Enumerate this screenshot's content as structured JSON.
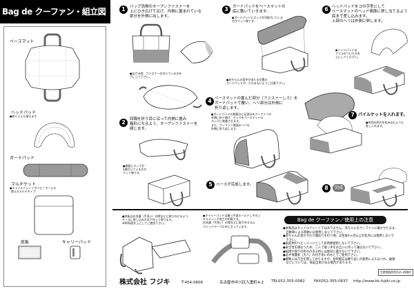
{
  "title": "Bag de クーファン・組立図",
  "parts": {
    "base_mat": "ベースマット",
    "head_pad": "ヘッドパッド",
    "head_pad_note": "●枕くらにも使えます",
    "guard_pad": "ガードパッド",
    "multi_cut": "マルチケット",
    "multi_cut_note": [
      "●チャイルドシートやベビーカーにも",
      "使えるマルチタイプ"
    ],
    "bottom_board": "底板",
    "carry_pad": "キャリーパッド"
  },
  "steps": [
    {
      "num": "1",
      "text": [
        "バッグ両側のオープンファスナーを",
        "上にひき広げて広げ、内側に畳まれている",
        "部分を外側に出します。"
      ],
      "note": [
        "●広げる時、ファスナーの付いている方を",
        "下にして下さい。"
      ]
    },
    {
      "num": "2",
      "text": [
        "四隅を折り目に沿って内側に畳み",
        "箱形になるよう、オープンファスナーを",
        "閉じます。"
      ],
      "note": [
        "●側面にホックが",
        "2個付いている方が",
        "フット側です。"
      ]
    },
    {
      "num": "3",
      "text": [
        "ガードパッドをベースマットの",
        "底に敷いていきます。"
      ],
      "note": [
        "●ガードパッドにホックが2個付いている",
        "方がフット側です。"
      ],
      "note2": [
        "●赤ちゃんの背中があたる位置の",
        "ガードパッドが、たわまないようご注意下さい。"
      ]
    },
    {
      "num": "4",
      "text": [
        "ベースマットの畳んだ部分（ファスナーしろ）を",
        "ガードパッドで覆い、ヘリ部分は外側に",
        "折り返します。"
      ],
      "note": [
        "●ガードパッドの側面分と足部分をクーファンの",
        "外側に折り曲げ、ホックをベースマットの",
        "ホックに装着させます。",
        "また、クーファン側面のヘリを",
        "外側に折り返します。"
      ]
    },
    {
      "num": "5",
      "text": [
        "ベースが完成します。"
      ]
    },
    {
      "num": "6",
      "text": [
        "ヘッドパッドをコの字型にして",
        "ベースマットのヘッド側面に押し当てるよう",
        "底まで差し込みます。",
        "上部のヘリは外側に倒します。"
      ],
      "note": [
        "●ヘッドパッドは",
        "フリルのついた方を",
        "上にしてください。"
      ]
    },
    {
      "num": "7",
      "text": [
        "パイルケットを入れます。"
      ],
      "note": [
        "●布団の四方を包み込むように",
        "差し入れます。"
      ]
    },
    {
      "num": "8",
      "text": [
        "完成"
      ]
    }
  ],
  "bottom_notes": {
    "board": [
      "●底板はお洗濯（手洗い）の際などに取り外せるよう、",
      "ケースに差し込み方式で作って寄ります。",
      "※BOD面を上にしてご使用下さい。"
    ],
    "carry": [
      "●キャリーパッドは握っ手部ホールドしやすい",
      "キルティング加工の布製です。",
      "お洗濯（手洗い）の際などに取り外せるよ",
      "マジックテープ止めになっています。"
    ]
  },
  "caution": {
    "title": "Bag de クーファン／使用上の注意",
    "items": [
      "●本製品はチャイルドシートではありません。赤ちゃんをクーファンに寝かせたまま、",
      "　自動車による移動には使用しないで下さい。",
      "●赤ちゃんの首がすわり寝返りを打つ頃、又生後4ヶ月以上の乳児には使用しないで",
      "　下さい。",
      "●家庭用のベビーベッドとして長時間使用しないで下さい。",
      "●安全性を損なうため、二人で取っ手をお互いに持って運ばないで下さい。",
      "●転倒や落下の恐れのある所には絶対に置かないで下さい。",
      "●必ず保護者（大人）の付き添いのもとでご使用下さい。",
      "●縫製には万全を期しておりますが、長時間又は繰り返しの使用によるほつれ、破損",
      "　などについては、保証出来かねる場合があります。"
    ],
    "pl_badge": "生産物賠償責任(PL)保険付"
  },
  "footer": {
    "company": "株式会社 フジキ",
    "postal": "〒454-0808",
    "address": "名古屋市中川区九重町4-2",
    "tel": "TEL052-355-0082",
    "fax": "FAX052-355-0637",
    "url": "http://www.kk-fujiki.co.jp"
  }
}
